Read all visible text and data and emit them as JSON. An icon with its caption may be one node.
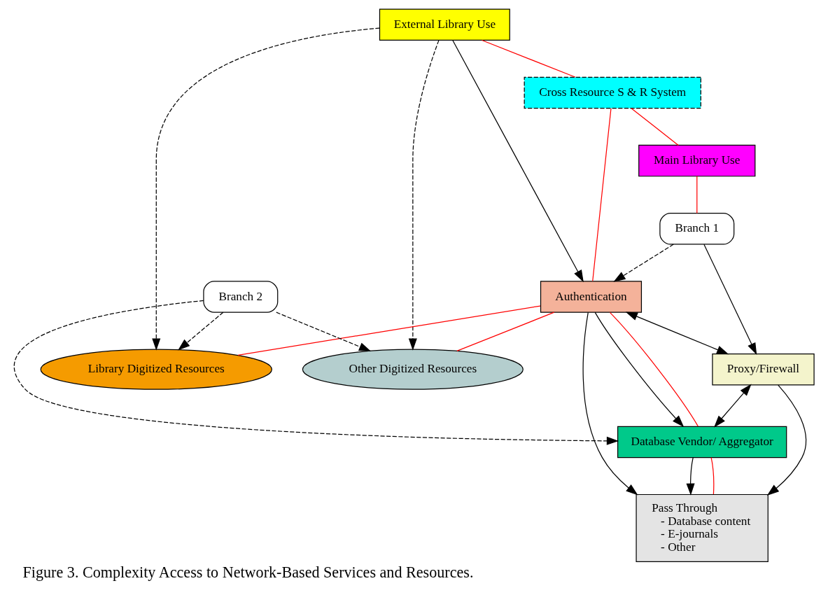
{
  "diagram": {
    "caption": "Figure 3. Complexity Access to Network-Based Services and Resources.",
    "nodes": [
      {
        "text": [
          "External Library Use"
        ]
      },
      {
        "text": [
          "Library Digitized Resources"
        ]
      },
      {
        "text": [
          "Authentication"
        ]
      },
      {
        "text": [
          "Other Digitized Resources"
        ]
      },
      {
        "text": [
          "Cross Resource S & R System"
        ]
      },
      {
        "text": [
          "Database Vendor/ Aggregator"
        ]
      },
      {
        "text": [
          "Proxy/Firewall"
        ]
      },
      {
        "text": [
          "Main Library Use"
        ]
      },
      {
        "text": [
          "Pass Through",
          "- Database content",
          "- E-journals",
          "- Other"
        ]
      },
      {
        "text": [
          "Branch 1"
        ]
      },
      {
        "text": [
          "Branch 2"
        ]
      }
    ],
    "edges": [
      {
        "from": 0,
        "to": 2,
        "arrow": "to"
      },
      {
        "from": 0,
        "to": 1,
        "arrow": "to",
        "style": "dashed"
      },
      {
        "from": 0,
        "to": 3,
        "arrow": "to",
        "style": "dashed"
      },
      {
        "from": 9,
        "to": 2,
        "arrow": "to",
        "style": "dashed"
      },
      {
        "from": 9,
        "to": 6,
        "arrow": "to"
      },
      {
        "from": 10,
        "to": 5,
        "arrow": "to",
        "style": "dashed"
      },
      {
        "from": 10,
        "to": 1,
        "arrow": "to",
        "style": "dashed"
      },
      {
        "from": 10,
        "to": 3,
        "arrow": "to",
        "style": "dashed"
      },
      {
        "from": 2,
        "to": 6,
        "arrow": "both"
      },
      {
        "from": 6,
        "to": 5,
        "arrow": "both"
      },
      {
        "from": 2,
        "to": 5,
        "arrow": "to"
      },
      {
        "from": 5,
        "to": 8,
        "arrow": "to"
      },
      {
        "from": 6,
        "to": 8,
        "arrow": "to"
      },
      {
        "from": 2,
        "to": 8,
        "arrow": "to"
      },
      {
        "from": 0,
        "to": 4,
        "arrow": "none",
        "color": "#ff0000"
      },
      {
        "from": 4,
        "to": 2,
        "arrow": "none",
        "color": "#ff0000"
      },
      {
        "from": 4,
        "to": 7,
        "arrow": "none",
        "color": "#ff0000"
      },
      {
        "from": 7,
        "to": 9,
        "arrow": "none",
        "color": "#ff0000"
      },
      {
        "from": 2,
        "to": 1,
        "arrow": "none",
        "color": "#ff0000"
      },
      {
        "from": 2,
        "to": 3,
        "arrow": "none",
        "color": "#ff0000"
      },
      {
        "from": 2,
        "to": 5,
        "arrow": "none",
        "color": "#ff0000"
      },
      {
        "from": 5,
        "to": 8,
        "arrow": "none",
        "color": "#ff0000"
      }
    ]
  }
}
